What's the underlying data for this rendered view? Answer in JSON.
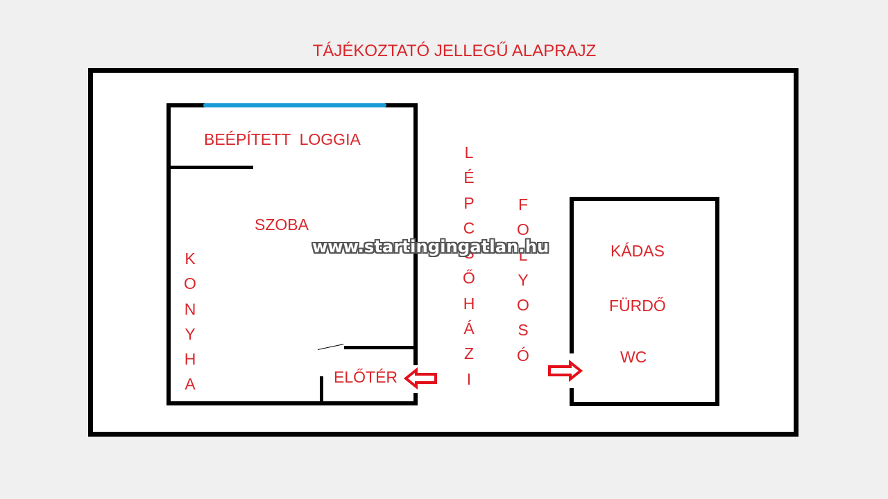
{
  "title": "TÁJÉKOZTATÓ JELLEGŰ ALAPRAJZ",
  "rooms": {
    "loggia": "BEÉPÍTETT  LOGGIA",
    "szoba": "SZOBA",
    "konyha": [
      "K",
      "O",
      "N",
      "Y",
      "H",
      "A"
    ],
    "eloter": "ELŐTÉR",
    "lepcsohazi": [
      "L",
      "É",
      "P",
      "C",
      "S",
      "Ő",
      "H",
      "Á",
      "Z",
      "I"
    ],
    "folyoso": [
      "F",
      "O",
      "L",
      "Y",
      "O",
      "S",
      "Ó"
    ],
    "bath_line1": "KÁDAS",
    "bath_line2": "FÜRDŐ",
    "bath_line3": "WC"
  },
  "watermark": "www.startingingatlan.hu",
  "colors": {
    "label": "#d9262b",
    "window": "#1a9ad6",
    "walls": "#000000",
    "background": "#f0f0f0"
  }
}
